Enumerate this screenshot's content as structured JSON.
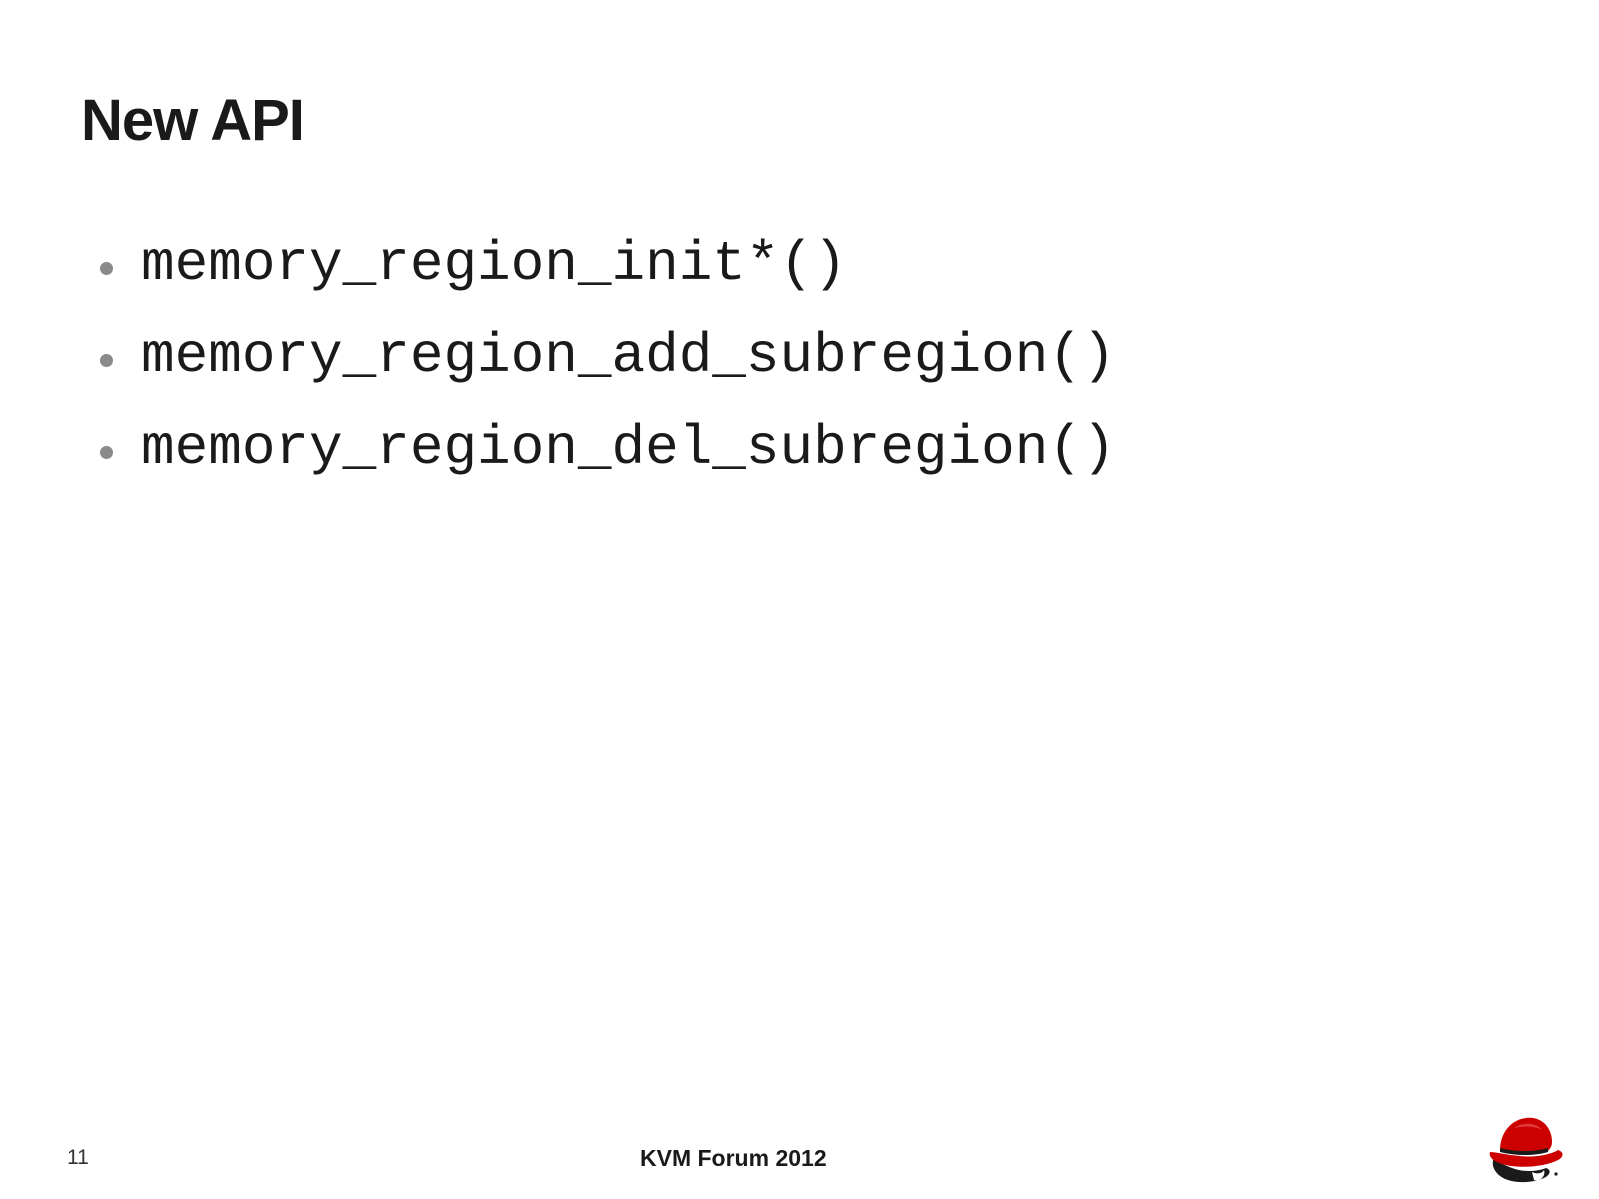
{
  "slide": {
    "title": "New API",
    "bullets": [
      "memory_region_init*()",
      "memory_region_add_subregion()",
      "memory_region_del_subregion()"
    ],
    "footer": {
      "page_number": "11",
      "event": "KVM Forum 2012"
    },
    "logo": {
      "icon": "red-hat-shadowman-icon",
      "color": "#cc0000"
    },
    "colors": {
      "text": "#1a1a1a",
      "bullet": "#8a8a8a",
      "background": "#ffffff"
    }
  }
}
